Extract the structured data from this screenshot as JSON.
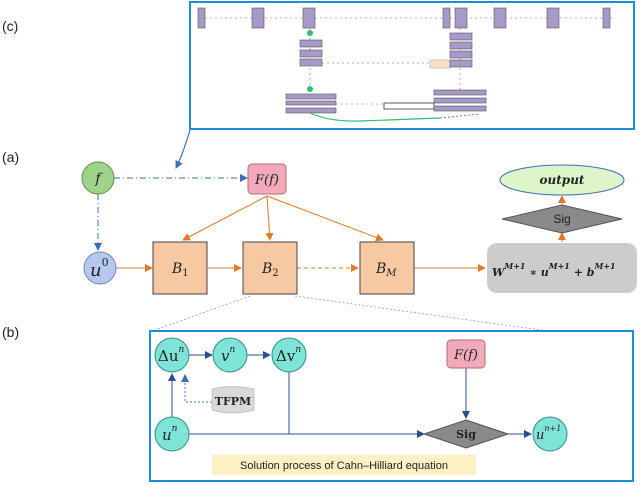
{
  "panels": {
    "c_label": "(c)",
    "a_label": "(a)",
    "b_label": "(b)"
  },
  "nodes_a": {
    "f": "f",
    "u0_base": "u",
    "u0_sup": "0",
    "Ff": "F(f)",
    "B1_base": "B",
    "B1_sub": "1",
    "B2_base": "B",
    "B2_sub": "2",
    "BM_base": "B",
    "BM_sub": "M",
    "output": "output",
    "sig": "Sig",
    "formula": {
      "w": "W",
      "w_sup": "M+1",
      "op1": " ∗ ",
      "u": "u",
      "u_sup": "M+1",
      "op2": " + ",
      "b": "b",
      "b_sup": "M+1"
    }
  },
  "nodes_b": {
    "delta_u": "Δu",
    "delta_u_sup": "n",
    "v": "v",
    "v_sup": "n",
    "delta_v": "Δv",
    "delta_v_sup": "n",
    "Ff": "F(f)",
    "tfpm": "TFPM",
    "un": "u",
    "un_sup": "n",
    "sig": "Sig",
    "un1": "u",
    "un1_sup": "n+1",
    "caption": "Solution process of Cahn–Hilliard equation"
  },
  "colors": {
    "green_node": "#9fd38a",
    "blue_node": "#b4c8ee",
    "pink_node": "#f3aab8",
    "block_fill": "#f6c9a3",
    "output_fill": "#ddf5c8",
    "sig_fill": "#8a8a8a",
    "formula_fill": "#cccccc",
    "teal_node": "#7fe3d8",
    "frame_blue": "#1a8fd6",
    "orange_arrow": "#e07a2a",
    "blue_arrow": "#3a6fb8"
  }
}
